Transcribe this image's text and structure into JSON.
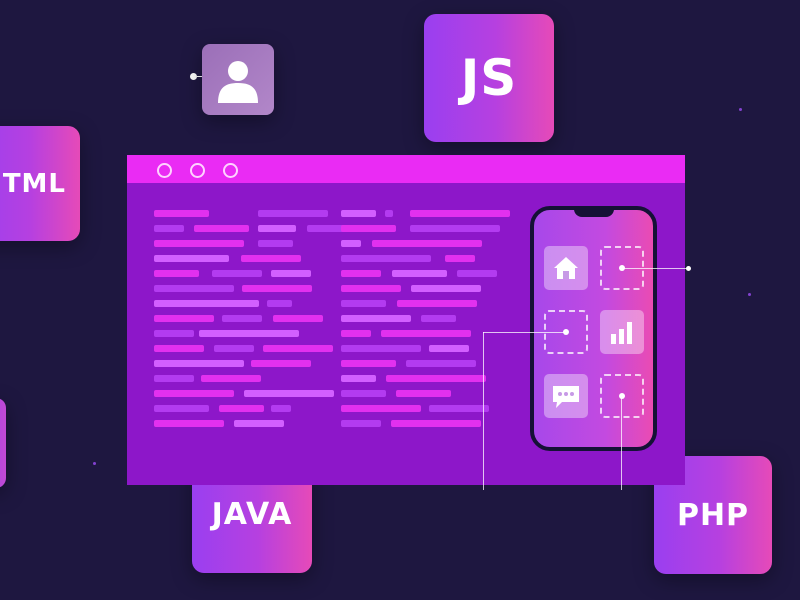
{
  "tiles": {
    "js": "JS",
    "html": "TML",
    "java": "JAVA",
    "php": "PHP"
  },
  "icons": {
    "user": "user-icon",
    "home": "home-icon",
    "chart": "bar-chart-icon",
    "chat": "chat-bubble-icon"
  },
  "colors": {
    "background": "#1e1740",
    "editor": "#8d17c9",
    "editor_bar": "#ea2bf4",
    "tile_start": "#9a3ff0",
    "tile_end": "#e64ab8"
  }
}
